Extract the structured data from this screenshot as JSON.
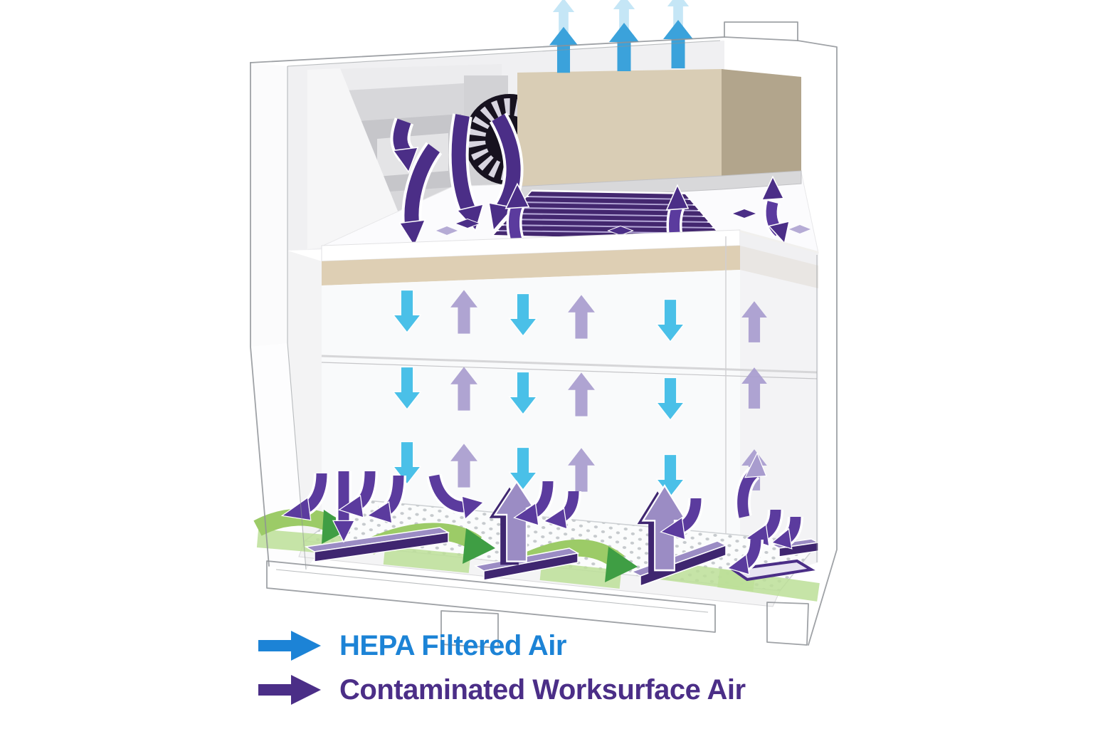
{
  "legend": {
    "items": [
      {
        "id": "hepa",
        "label": "HEPA Filtered Air",
        "color": "#1c83d6"
      },
      {
        "id": "contaminated",
        "label": "Contaminated Worksurface Air",
        "color": "#4b2e87"
      }
    ]
  },
  "colors": {
    "outline": "#8e9296",
    "chamber_blue": "#45bfe8",
    "exhaust_blue": "#3ba2db",
    "exhaust_blue_light": "#bfe3f5",
    "legend_blue": "#1c83d6",
    "purple": "#4b2e87",
    "purple_mid": "#5b3b9e",
    "purple_dark_face": "#3f2670",
    "lavender": "#a89cce",
    "ribbon_lavender": "#9b8cc4",
    "grille_bg": "#b3a6d6",
    "grille_slat": "#43276f",
    "green_light": "#9ccb67",
    "green_dark": "#3f9e44",
    "green_stripe": "#bcdf98",
    "beige": "#d9cdb5",
    "beige_top": "#efe8d4",
    "beige_side": "#b2a58c",
    "silver": "#d8d8da",
    "filter_beige": "#decfb4",
    "filter_beige_dark": "#ccbfa4",
    "fan_dark": "#17121f"
  }
}
